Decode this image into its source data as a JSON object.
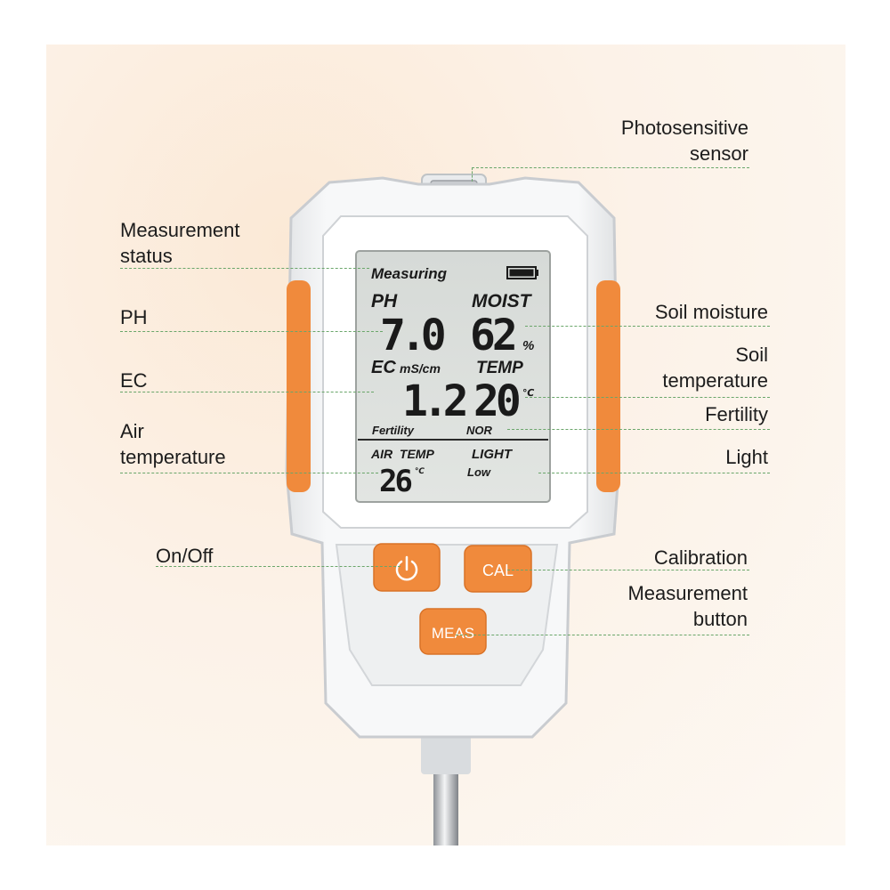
{
  "callouts": {
    "photosensitive": "Photosensitive\nsensor",
    "measurement_status": "Measurement\nstatus",
    "ph": "PH",
    "ec": "EC",
    "air_temperature": "Air\ntemperature",
    "soil_moisture": "Soil moisture",
    "soil_temperature": "Soil\ntemperature",
    "fertility": "Fertility",
    "light": "Light",
    "on_off": "On/Off",
    "calibration": "Calibration",
    "measurement_button": "Measurement\nbutton"
  },
  "lcd": {
    "status": "Measuring",
    "ph_label": "PH",
    "ph_value": "7.0",
    "moist_label": "MOIST",
    "moist_value": "62",
    "moist_unit": "%",
    "ec_label": "EC",
    "ec_unit": "mS/cm",
    "ec_value": "1.2",
    "temp_label": "TEMP",
    "temp_value": "20",
    "temp_unit": "℃",
    "fertility_label": "Fertility",
    "fertility_value": "NOR",
    "air_temp_label": "AIR  TEMP",
    "air_temp_value": "26",
    "air_temp_unit": "℃",
    "light_label": "LIGHT",
    "light_value": "Low",
    "battery_level": 1.0
  },
  "buttons": {
    "cal_label": "CAL",
    "meas_label": "MEAS"
  },
  "colors": {
    "accent": "#f08a3c",
    "body": "#f4f5f6",
    "lcd": "#dadedb",
    "leader": "#6aa66a"
  }
}
